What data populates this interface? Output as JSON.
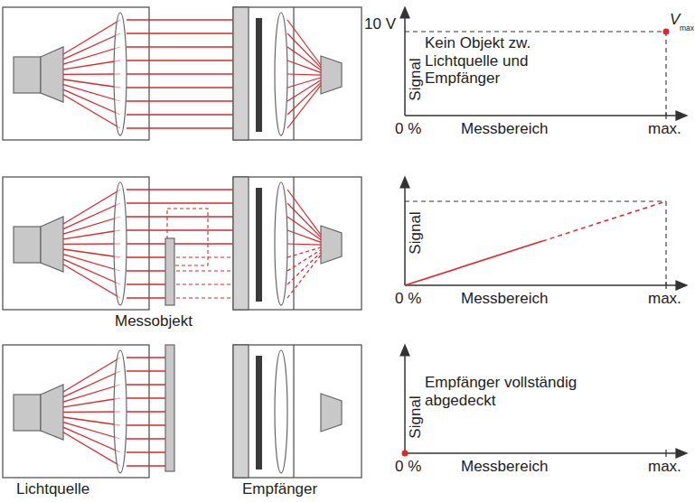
{
  "diagram": {
    "labels": [
      "10 V",
      "V",
      "max",
      "Signal",
      "Kein Objekt zw. Lichtquelle und Empfänger",
      "0 %",
      "Messbereich",
      "max.",
      "Signal",
      "0 %",
      "Messbereich",
      "max.",
      "Messobjekt",
      "Signal",
      "Empfänger vollständig abgedeckt",
      "0 %",
      "Messbereich",
      "max.",
      "Lichtquelle",
      "Empfänger"
    ]
  }
}
